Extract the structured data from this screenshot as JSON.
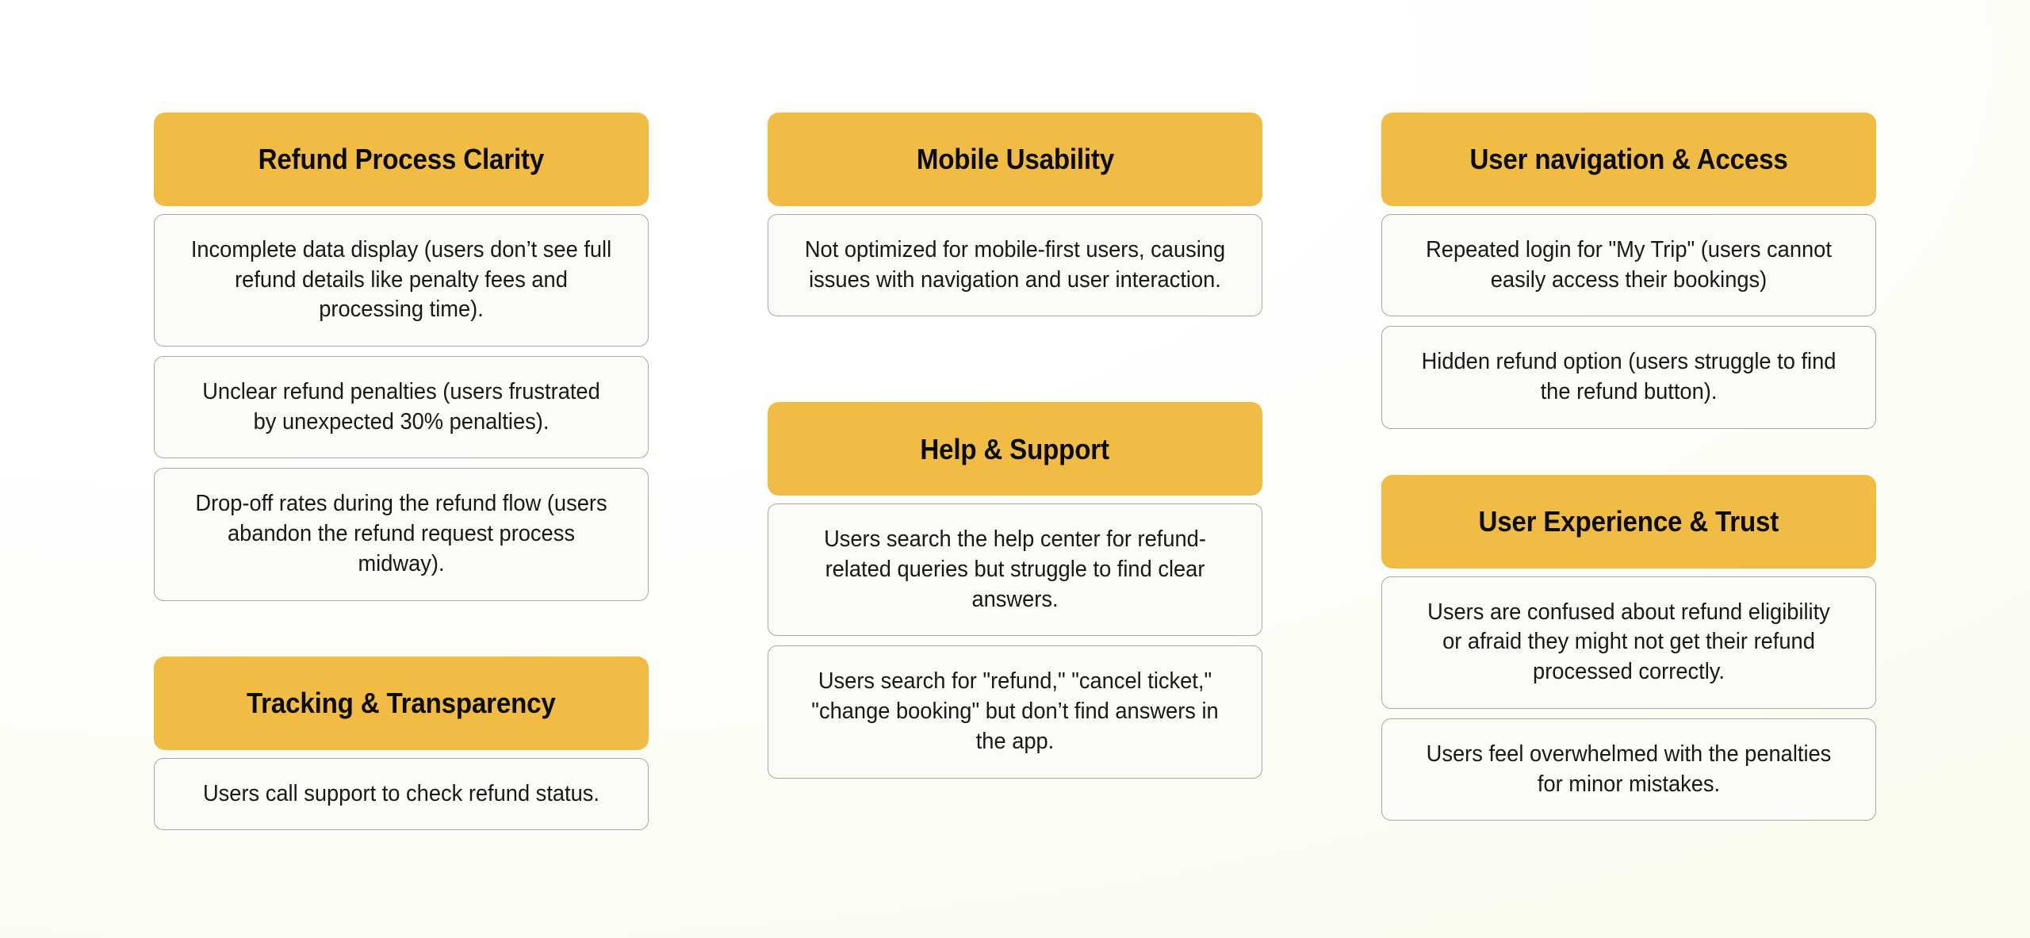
{
  "theme": {
    "header_fill": "#F0BC43",
    "card_fill": "#FBFCF7",
    "card_border": "#A8A9A7",
    "text_color": "#181818",
    "header_text_color": "#0B0B0B",
    "background": "#FFFFFF"
  },
  "board": {
    "columns": [
      {
        "groups": [
          {
            "title": "Refund Process Clarity",
            "cards": [
              "Incomplete data display (users don’t see full refund details like penalty fees and processing time).",
              "Unclear refund penalties (users frustrated by unexpected 30% penalties).",
              "Drop-off rates during the refund flow (users abandon the refund request process midway)."
            ]
          },
          {
            "title": "Tracking & Transparency",
            "cards": [
              "Users call support to check refund status."
            ]
          }
        ]
      },
      {
        "groups": [
          {
            "title": "Mobile Usability",
            "cards": [
              "Not optimized for mobile-first users, causing issues with navigation and user interaction."
            ]
          },
          {
            "title": "Help & Support",
            "cards": [
              "Users search the help center for refund-related queries but struggle to find clear answers.",
              "Users search for \"refund,\" \"cancel ticket,\" \"change booking\" but don’t find answers in the app."
            ]
          }
        ]
      },
      {
        "groups": [
          {
            "title": "User navigation & Access",
            "cards": [
              "Repeated login for \"My Trip\" (users cannot easily access their bookings)",
              "Hidden refund option (users struggle to find the refund button)."
            ]
          },
          {
            "title": "User Experience & Trust",
            "cards": [
              "Users are confused about refund eligibility or afraid they might not get their refund processed correctly.",
              "Users feel overwhelmed with the penalties for minor mistakes."
            ]
          }
        ]
      }
    ]
  }
}
